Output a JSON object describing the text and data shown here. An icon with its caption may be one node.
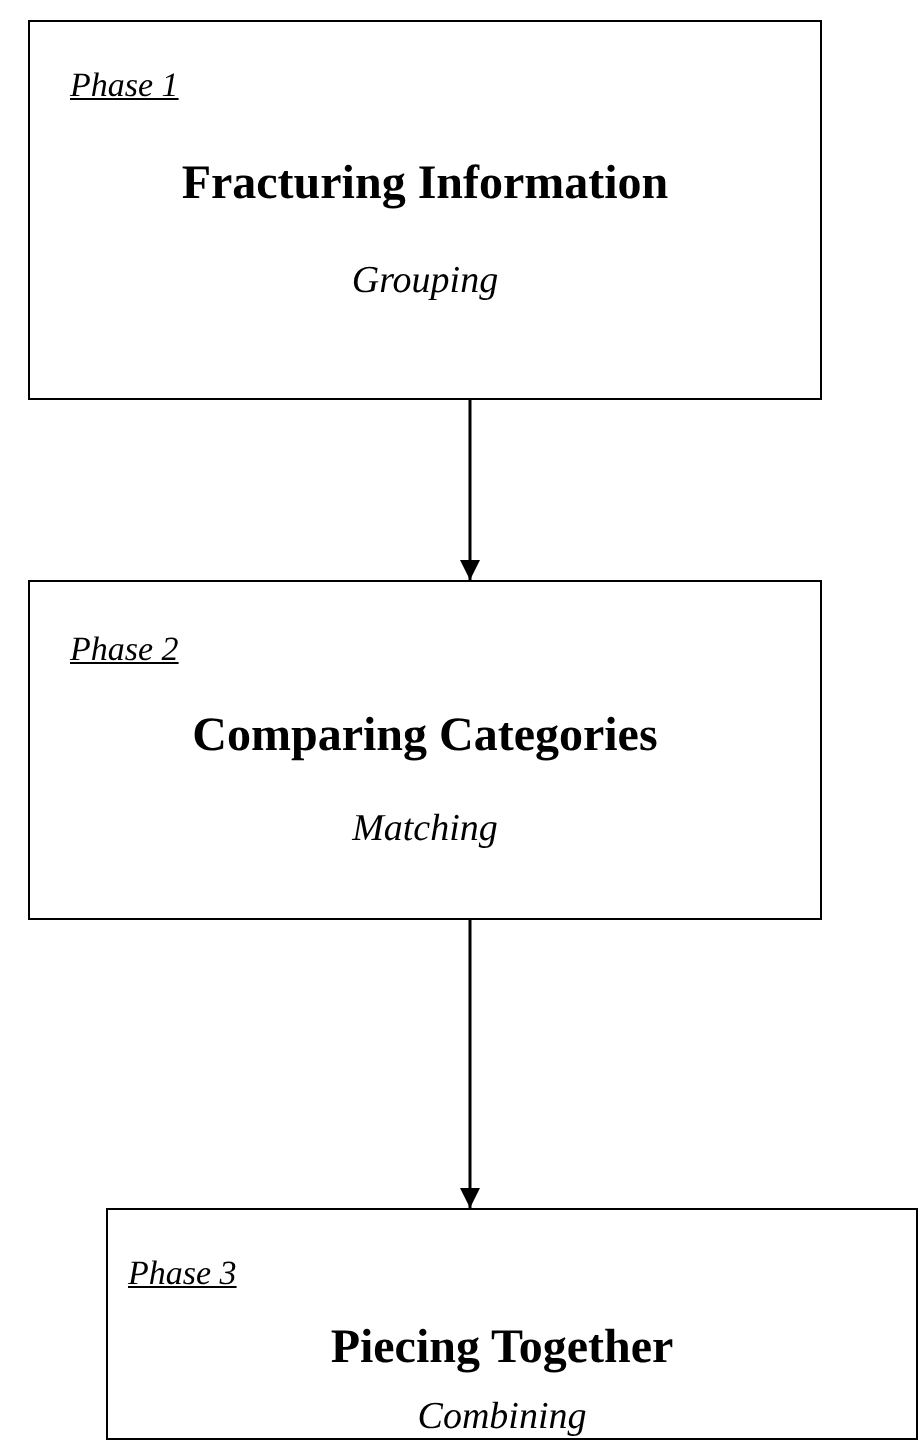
{
  "diagram": {
    "nodes": [
      {
        "text": [
          "Phase 1",
          "Fracturing Information",
          "Grouping"
        ]
      },
      {
        "text": [
          "Phase 2",
          "Comparing Categories",
          "Matching"
        ]
      },
      {
        "text": [
          "Phase 3",
          "Piecing Together",
          "Combining"
        ]
      }
    ],
    "edges": [
      {
        "from": 0,
        "to": 1,
        "arrow": "to"
      },
      {
        "from": 1,
        "to": 2,
        "arrow": "to"
      }
    ]
  }
}
